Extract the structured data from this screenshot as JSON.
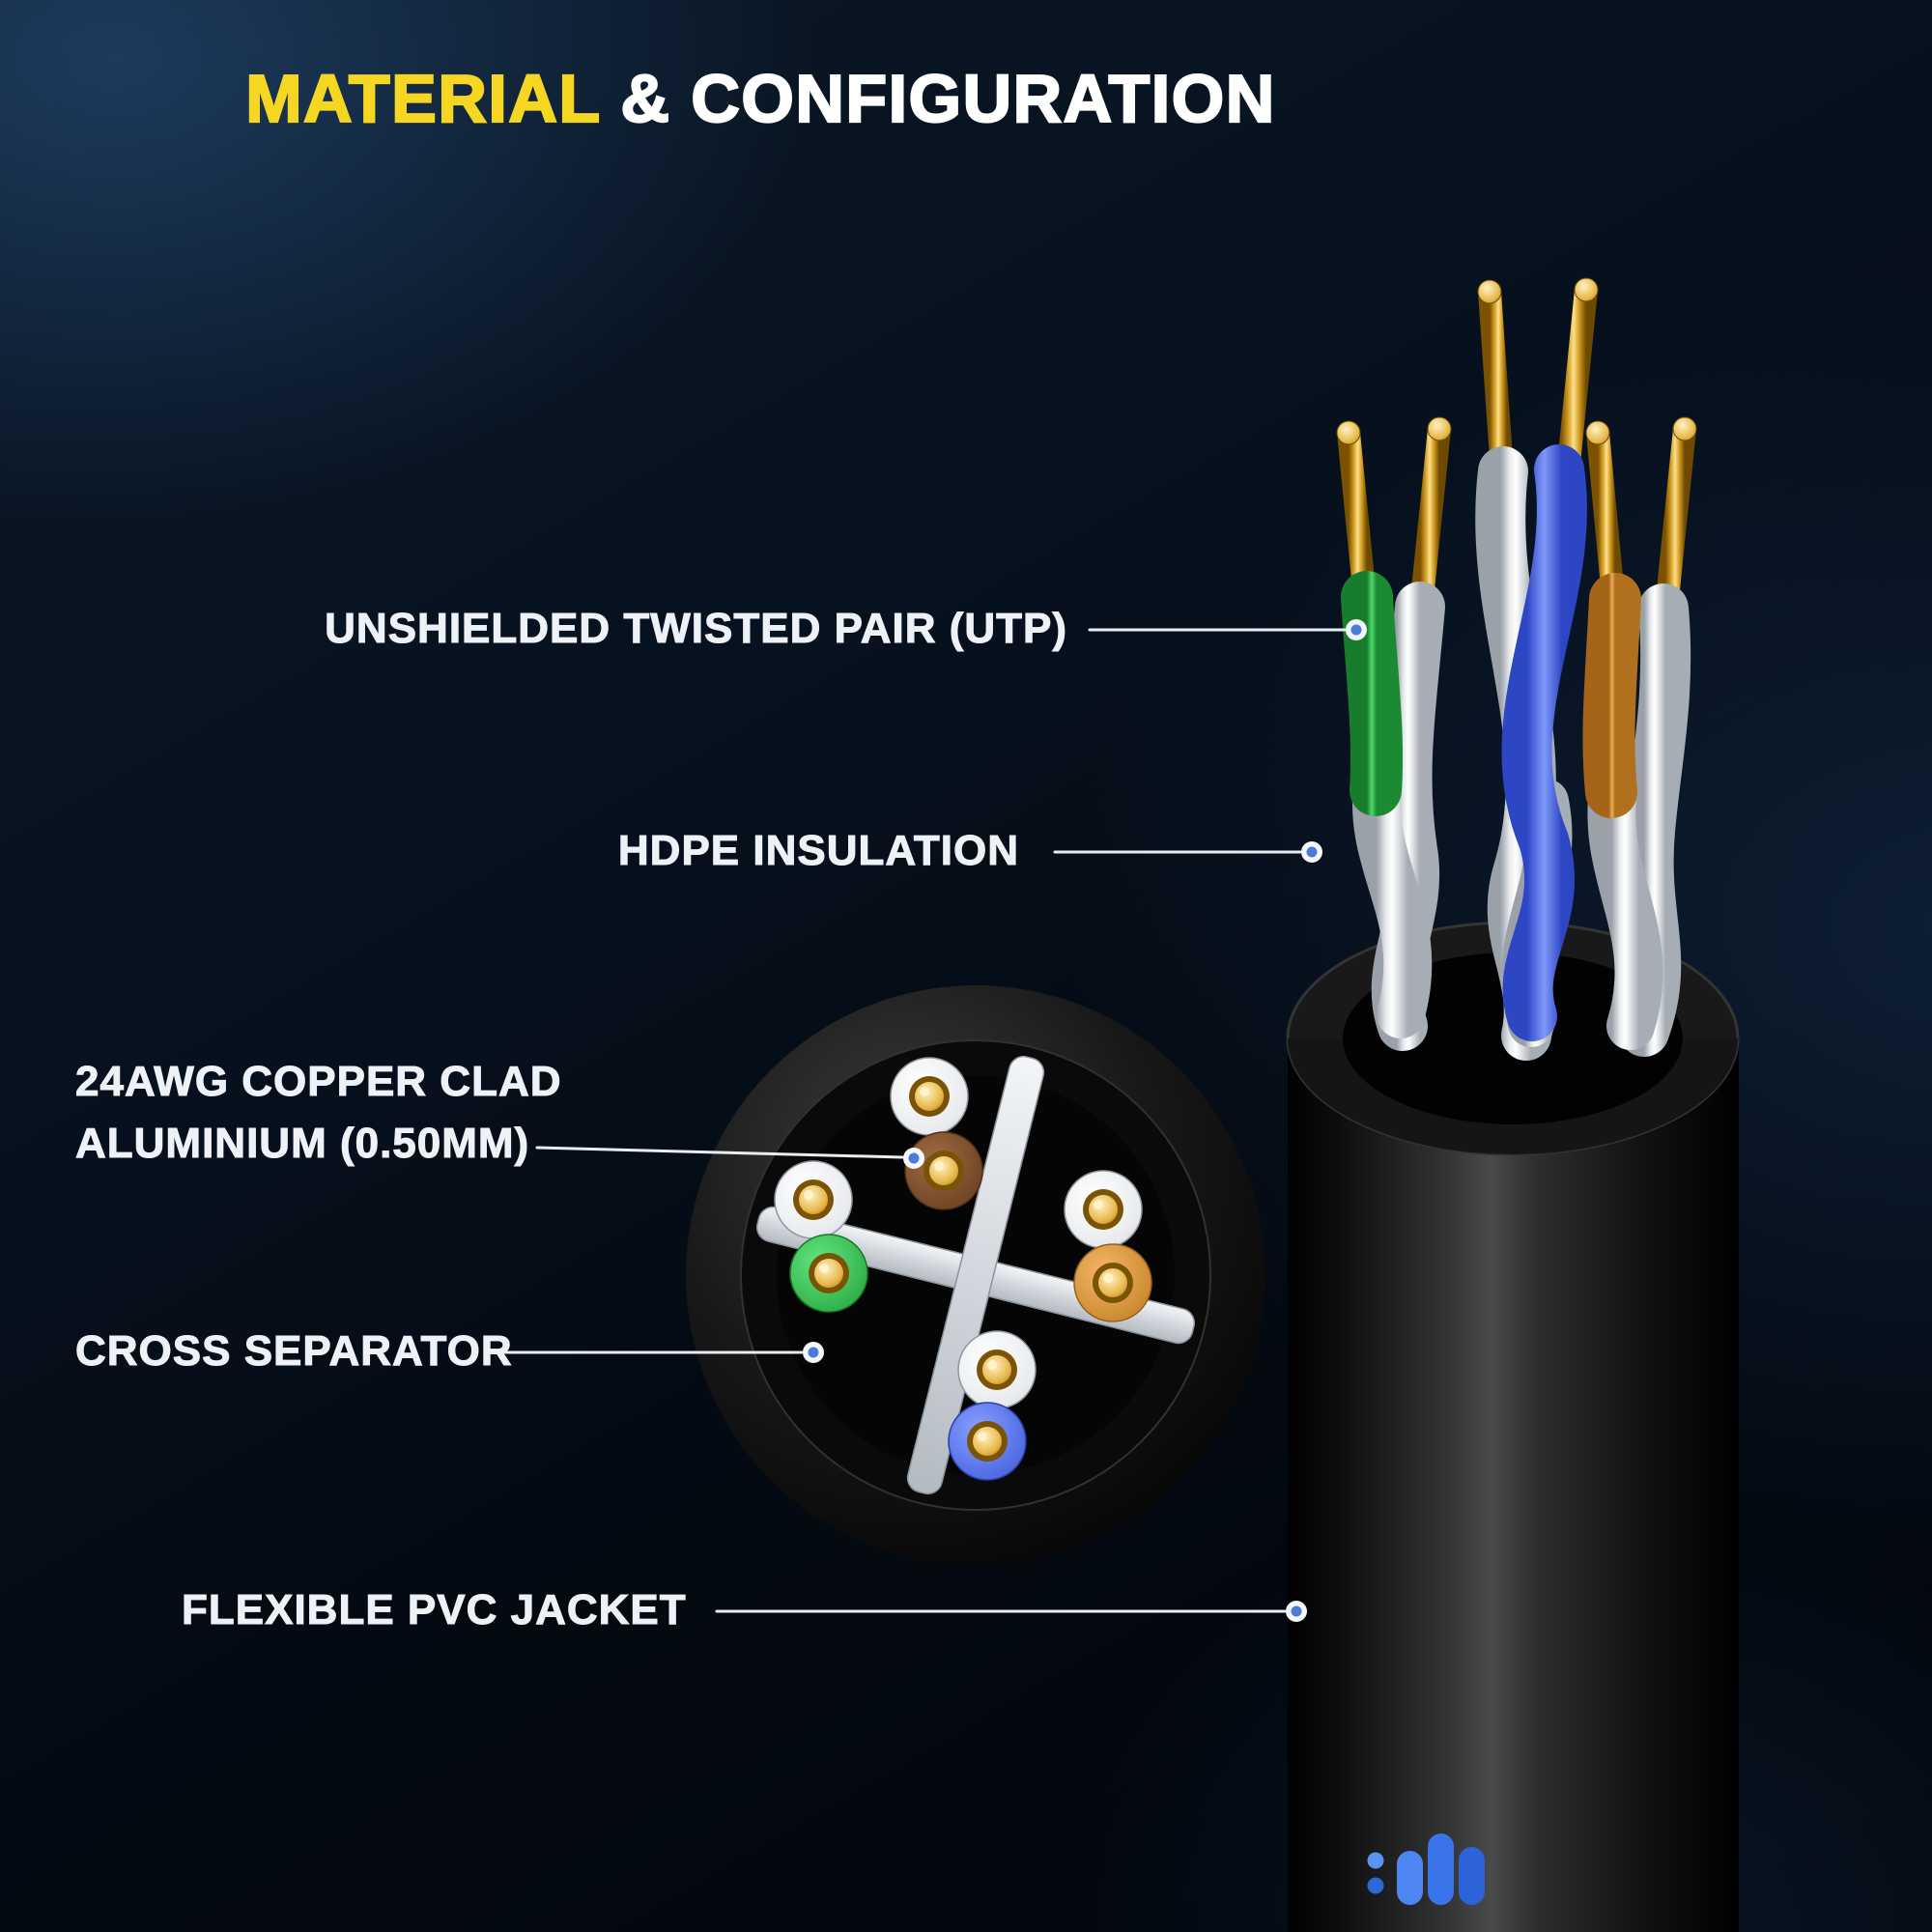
{
  "title": {
    "highlight": "MATERIAL",
    "rest": " & CONFIGURATION"
  },
  "callouts": {
    "utp": "UNSHIELDED TWISTED PAIR (UTP)",
    "hdpe": "HDPE INSULATION",
    "awg_line1": "24AWG COPPER CLAD",
    "awg_line2": "ALUMINIUM (0.50MM)",
    "cross_separator": "CROSS SEPARATOR",
    "pvc_jacket": "FLEXIBLE PVC JACKET"
  },
  "colors": {
    "title_highlight": "#F5D723",
    "title_text": "#FFFFFF",
    "label_text": "#EEF2F7",
    "background_navy": "#0B1826",
    "wire_green": "#35C24F",
    "wire_blue": "#5570EE",
    "wire_orange": "#E09A40",
    "wire_brown": "#8A5A36",
    "copper_gold": "#D9A53A",
    "jacket_black": "#0A0A0A",
    "brand_blue": "#3E7BF0"
  }
}
